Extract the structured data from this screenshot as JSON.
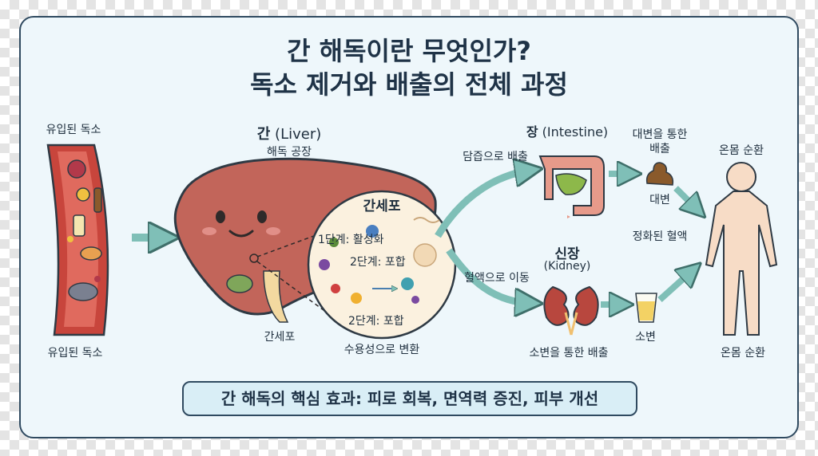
{
  "title": {
    "line1": "간 해독이란 무엇인가?",
    "line2": "독소 제거와 배출의 전체 과정"
  },
  "toxins": {
    "label_top": "유입된 독소",
    "label_bottom": "유입된 독소"
  },
  "liver": {
    "name": "간",
    "name_en": "(Liver)",
    "subtitle": "해독 공장",
    "cell_label": "간세포"
  },
  "hepatocyte": {
    "title": "간세포",
    "step1": "1단계: 활성화",
    "step2a": "2단계: 포합",
    "step2b": "2단계: 포합",
    "result": "수용성으로 변환"
  },
  "intestine": {
    "name": "장",
    "name_en": "(Intestine)",
    "route_label": "담즙으로 배출"
  },
  "feces": {
    "label_top": "대변을 통한\n배출",
    "label_bottom": "대변"
  },
  "kidney": {
    "name": "신장",
    "name_en": "(Kidney)",
    "route_label": "혈액으로 이동",
    "bottom_label": "소변을 통한 배출"
  },
  "urine": {
    "label": "소변"
  },
  "body": {
    "label_top": "온몸 순환",
    "label_bottom": "온몸 순환",
    "clean_blood": "정화된 혈액"
  },
  "summary": {
    "text": "간 해독의 핵심 효과: 피로 회복, 면역력 증진, 피부 개선"
  },
  "colors": {
    "liver": "#c2655a",
    "vessel": "#c8453c",
    "arrow": "#7fbfb7",
    "outline": "#2f4a60",
    "background": "#eef7fb"
  }
}
